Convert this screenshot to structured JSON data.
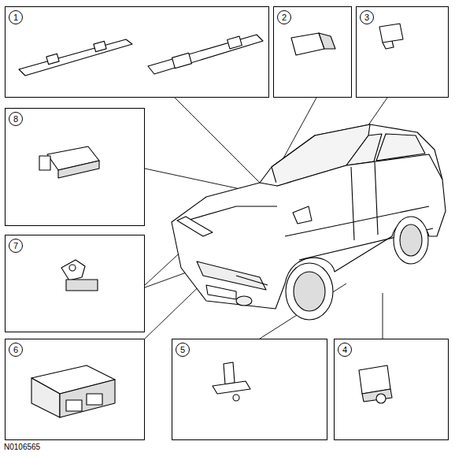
{
  "diagram": {
    "nodes": [
      {
        "text": [
          "1"
        ]
      },
      {
        "text": [
          "2"
        ]
      },
      {
        "text": [
          "3"
        ]
      },
      {
        "text": [
          "8"
        ]
      },
      {
        "text": [
          "7"
        ]
      },
      {
        "text": [
          "6"
        ]
      },
      {
        "text": [
          "5"
        ]
      },
      {
        "text": [
          "4"
        ]
      }
    ],
    "labels": [
      "N0106565"
    ]
  }
}
